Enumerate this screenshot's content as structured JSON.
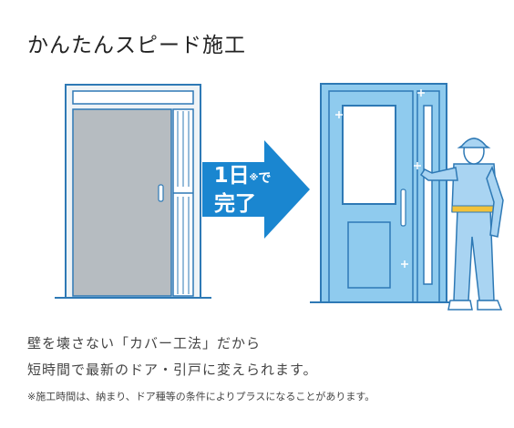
{
  "heading": "かんたんスピード施工",
  "arrow": {
    "line1_main": "1日",
    "line1_mark": "※",
    "line1_suffix": "で",
    "line2": "完了"
  },
  "description": {
    "line1": "壁を壊さない「カバー工法」だから",
    "line2": "短時間で最新のドア・引戸に変えられます。"
  },
  "note": "※施工時間は、納まり、ドア種等の条件によりプラスになることがあります。",
  "colors": {
    "arrow": "#1a86d0",
    "new_door": "#8fcbee",
    "old_door": "#b6bcc1",
    "outline": "#2e79b5"
  },
  "icons": [
    "old-door-illustration-icon",
    "arrow-right-icon",
    "new-door-illustration-icon",
    "worker-illustration-icon"
  ]
}
